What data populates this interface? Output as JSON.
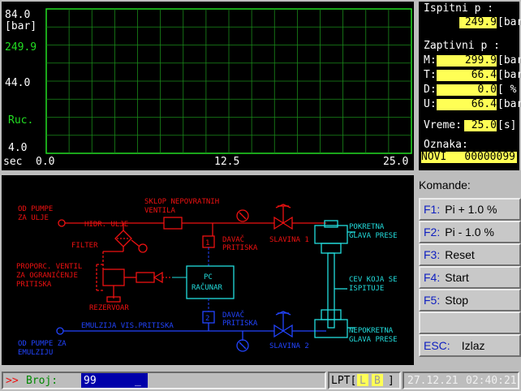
{
  "chart": {
    "y_max_label": "84.0",
    "y_unit": "[bar]",
    "current_value": "249.9",
    "y_mid_label": "44.0",
    "mode_label": "Ruc.",
    "y_min_label": "4.0",
    "x_unit": "sec",
    "x_ticks": [
      "0.0",
      "12.5",
      "25.0"
    ]
  },
  "chart_data": {
    "type": "line",
    "title": "",
    "ylabel": "[bar]",
    "xlabel": "sec",
    "xlim": [
      0.0,
      25.0
    ],
    "ylim": [
      4.0,
      84.0
    ],
    "grid": true,
    "series": []
  },
  "status": {
    "ispitni_label": "Ispitni p :",
    "ispitni_value": "249.9",
    "ispitni_unit": "[bar]",
    "zaptivni_label": "Zaptivni p :",
    "rows": [
      {
        "key": "M:",
        "value": "299.9",
        "unit": "[bar]"
      },
      {
        "key": "T:",
        "value": "66.4",
        "unit": "[bar]"
      },
      {
        "key": "D:",
        "value": "0.0",
        "unit": "[ % ]"
      },
      {
        "key": "U:",
        "value": "66.4",
        "unit": "[bar]"
      }
    ],
    "vreme_label": "Vreme:",
    "vreme_value": "25.0",
    "vreme_unit": "[s]",
    "oznaka_label": "Oznaka:",
    "oznaka_name": "NOVI",
    "oznaka_number": "00000099"
  },
  "diagram": {
    "od_pumpe_ulje": [
      "OD PUMPE",
      "ZA ULJE"
    ],
    "hidr_ulje": "HIDR. ULJE",
    "sklop": [
      "SKLOP NEPOVRATNIH",
      "VENTILA"
    ],
    "filter": "FILTER",
    "proporc": [
      "PROPORC. VENTIL",
      "ZA OGRANIČENJE",
      "PRITISKA"
    ],
    "rezervoar": "REZERVOAR",
    "davac1": [
      "DAVAČ",
      "PRITISKA"
    ],
    "davac1_num": "1",
    "davac2": [
      "DAVAČ",
      "PRITISKA"
    ],
    "davac2_num": "2",
    "pc": [
      "PC",
      "RAČUNAR"
    ],
    "slavina1": "SLAVINA 1",
    "slavina2": "SLAVINA 2",
    "pokretna": [
      "POKRETNA",
      "GLAVA PRESE"
    ],
    "cev": [
      "CEV KOJA SE",
      "ISPITUJE"
    ],
    "nepokretna": [
      "NEPOKRETNA",
      "GLAVA PRESE"
    ],
    "emulzija": "EMULZIJA VIS.PRITISKA",
    "od_pumpe_emulzija": [
      "OD PUMPE ZA",
      "EMULZIJU"
    ]
  },
  "commands": {
    "title": "Komande:",
    "items": [
      {
        "key": "F1:",
        "label": "Pi + 1.0 %"
      },
      {
        "key": "F2:",
        "label": "Pi - 1.0 %"
      },
      {
        "key": "F3:",
        "label": "Reset"
      },
      {
        "key": "F4:",
        "label": "Start"
      },
      {
        "key": "F5:",
        "label": "Stop"
      },
      {
        "key": "",
        "label": ""
      },
      {
        "key": "ESC:",
        "label": "Izlaz"
      }
    ]
  },
  "bottom": {
    "prompt": ">>",
    "broj_label": "Broj:",
    "broj_value": "99",
    "cursor": "_",
    "lpt_label": "LPT[",
    "lpt_l": "L",
    "lpt_b": "B",
    "lpt_close": "]",
    "date": "27.12.21",
    "time": "02:40:21"
  },
  "colors": {
    "diagram_red": "#ee1111",
    "diagram_cyan": "#22dddd",
    "diagram_blue": "#2244ff",
    "value_box": "#ffff55",
    "chart_green": "#22dd22",
    "command_key": "#1020c0"
  }
}
